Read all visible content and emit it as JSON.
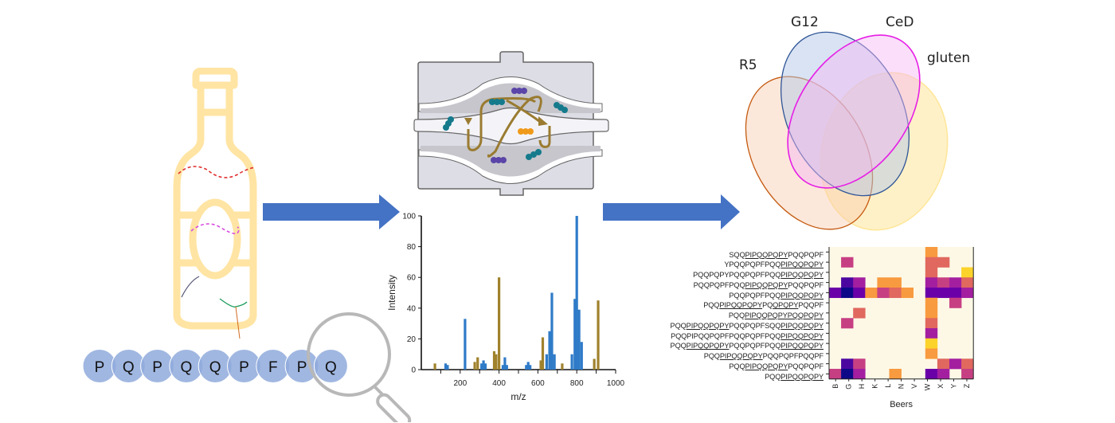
{
  "figure": {
    "peptide": {
      "residues": [
        "P",
        "Q",
        "P",
        "Q",
        "Q",
        "P",
        "F",
        "P",
        "Q"
      ]
    },
    "venn": {
      "sets": [
        {
          "name": "R5",
          "color": "#c55a11",
          "fill": "#f8cbad"
        },
        {
          "name": "G12",
          "color": "#2f5597",
          "fill": "#b4c7e7"
        },
        {
          "name": "CeD",
          "color": "#e61ee6",
          "fill": "#f3b6f3"
        },
        {
          "name": "gluten",
          "color": "#ffe699",
          "fill": "#ffe699"
        }
      ]
    },
    "arrows": {
      "color": "#4472c4"
    },
    "mass_spec_icon": "ion-trap-icon"
  },
  "chart_data": [
    {
      "type": "bar",
      "title": "",
      "xlabel": "m/z",
      "ylabel": "Intensity",
      "xlim": [
        0,
        1000
      ],
      "ylim": [
        0,
        100
      ],
      "xticks": [
        "200",
        "400",
        "600",
        "800",
        "1000"
      ],
      "yticks": [
        "0",
        "20",
        "40",
        "60",
        "80",
        "100"
      ],
      "grid": false,
      "series": [
        {
          "name": "blue",
          "color": "#2f7bc8",
          "x": [
            125,
            135,
            225,
            310,
            320,
            330,
            420,
            430,
            440,
            540,
            550,
            560,
            645,
            660,
            672,
            685,
            775,
            790,
            800,
            812,
            825
          ],
          "values": [
            4,
            3,
            33,
            4,
            6,
            4,
            3,
            8,
            3,
            3,
            5,
            3,
            10,
            25,
            50,
            10,
            10,
            46,
            100,
            39,
            18
          ]
        },
        {
          "name": "gold",
          "color": "#a0822d",
          "x": [
            70,
            275,
            290,
            375,
            385,
            400,
            615,
            625,
            725,
            890,
            910
          ],
          "values": [
            4,
            5,
            8,
            12,
            10,
            60,
            6,
            21,
            4,
            7,
            45
          ]
        }
      ]
    },
    {
      "type": "heatmap",
      "xlabel": "Beers",
      "ylabel": "",
      "columns": [
        "B",
        "G",
        "H",
        "K",
        "L",
        "N",
        "V",
        "W",
        "X",
        "Y",
        "Z"
      ],
      "rows": [
        {
          "label": "SQQPIPQQPQPYPQQPQPF",
          "underline": [
            [
              3,
              12
            ]
          ]
        },
        {
          "label": "YPQQPQPFPQQPIPQQPQPY",
          "underline": [
            [
              11,
              20
            ]
          ]
        },
        {
          "label": "PQQPQPYPQQPQPFPQQPIPQQPQPY",
          "underline": [
            [
              17,
              26
            ]
          ]
        },
        {
          "label": "PQQPQPFPQQPIPQQPQPYPQQPQPF",
          "underline": [
            [
              10,
              19
            ]
          ]
        },
        {
          "label": "PQQPQPFPQQPIPQQPQPY",
          "underline": [
            [
              10,
              19
            ]
          ]
        },
        {
          "label": "PQQPIPQQPQPYPQQPQPYPQQPF",
          "underline": [
            [
              3,
              12
            ],
            [
              14,
              19
            ]
          ]
        },
        {
          "label": "PQQPIPQQPQPYPQQPQPY",
          "underline": [
            [
              3,
              19
            ]
          ]
        },
        {
          "label": "PQQPIPQQPQPYPQQPQPFSQQPIPQQPQPY",
          "underline": [
            [
              3,
              12
            ],
            [
              22,
              31
            ]
          ]
        },
        {
          "label": "PQQPIPQQPQPFPQQPQPFPQQPIPQQPQPY",
          "underline": [
            [
              22,
              31
            ]
          ]
        },
        {
          "label": "PQQPIPQQPQPYPQQPQPFPQQPIPQQPQPY",
          "underline": [
            [
              3,
              12
            ],
            [
              22,
              31
            ]
          ]
        },
        {
          "label": "PQQPIPQQPQPYPQQPQPFPQQPF",
          "underline": [
            [
              3,
              12
            ]
          ]
        },
        {
          "label": "PQQPIPQQPQPYPQQPQPF",
          "underline": [
            [
              3,
              12
            ]
          ]
        },
        {
          "label": "PQQPIPQQPQPY",
          "underline": [
            [
              3,
              12
            ]
          ]
        }
      ],
      "cell_columns_note": "12 visual columns; cells list color class per column index 0..11",
      "grid_columns": 12,
      "cells": [
        [
          0,
          0,
          0,
          0,
          0,
          0,
          0,
          0,
          4,
          0,
          0,
          0
        ],
        [
          0,
          2,
          0,
          0,
          0,
          0,
          0,
          0,
          3,
          3,
          0,
          0
        ],
        [
          0,
          0,
          0,
          0,
          0,
          0,
          0,
          0,
          3,
          0,
          0,
          5
        ],
        [
          0,
          6,
          1,
          0,
          4,
          4,
          0,
          0,
          1,
          2,
          1,
          3
        ],
        [
          7,
          8,
          7,
          4,
          2,
          3,
          4,
          0,
          7,
          7,
          7,
          1
        ],
        [
          0,
          0,
          0,
          0,
          0,
          0,
          0,
          0,
          4,
          0,
          2,
          0
        ],
        [
          0,
          0,
          3,
          0,
          0,
          0,
          0,
          0,
          4,
          0,
          0,
          0
        ],
        [
          0,
          2,
          0,
          0,
          0,
          0,
          0,
          0,
          3,
          0,
          0,
          0
        ],
        [
          0,
          0,
          0,
          0,
          0,
          0,
          0,
          0,
          1,
          0,
          0,
          0
        ],
        [
          0,
          0,
          0,
          0,
          0,
          0,
          0,
          0,
          5,
          0,
          0,
          0
        ],
        [
          0,
          0,
          0,
          0,
          0,
          0,
          0,
          0,
          4,
          0,
          0,
          0
        ],
        [
          0,
          6,
          2,
          0,
          0,
          0,
          0,
          0,
          0,
          3,
          1,
          3
        ],
        [
          2,
          8,
          1,
          0,
          0,
          4,
          0,
          0,
          7,
          1,
          0,
          2
        ]
      ],
      "palette": {
        "0": "#fdf8e6",
        "1": "#a31fa0",
        "2": "#c73f83",
        "3": "#e0685f",
        "4": "#f89a3f",
        "5": "#fcd32a",
        "6": "#4b06a0",
        "7": "#6a00a8",
        "8": "#0d0887"
      },
      "xtick_labels": [
        "B",
        "G",
        "H",
        "K",
        "L",
        "N",
        "V",
        "W",
        "X",
        "Y",
        "Z"
      ]
    }
  ]
}
